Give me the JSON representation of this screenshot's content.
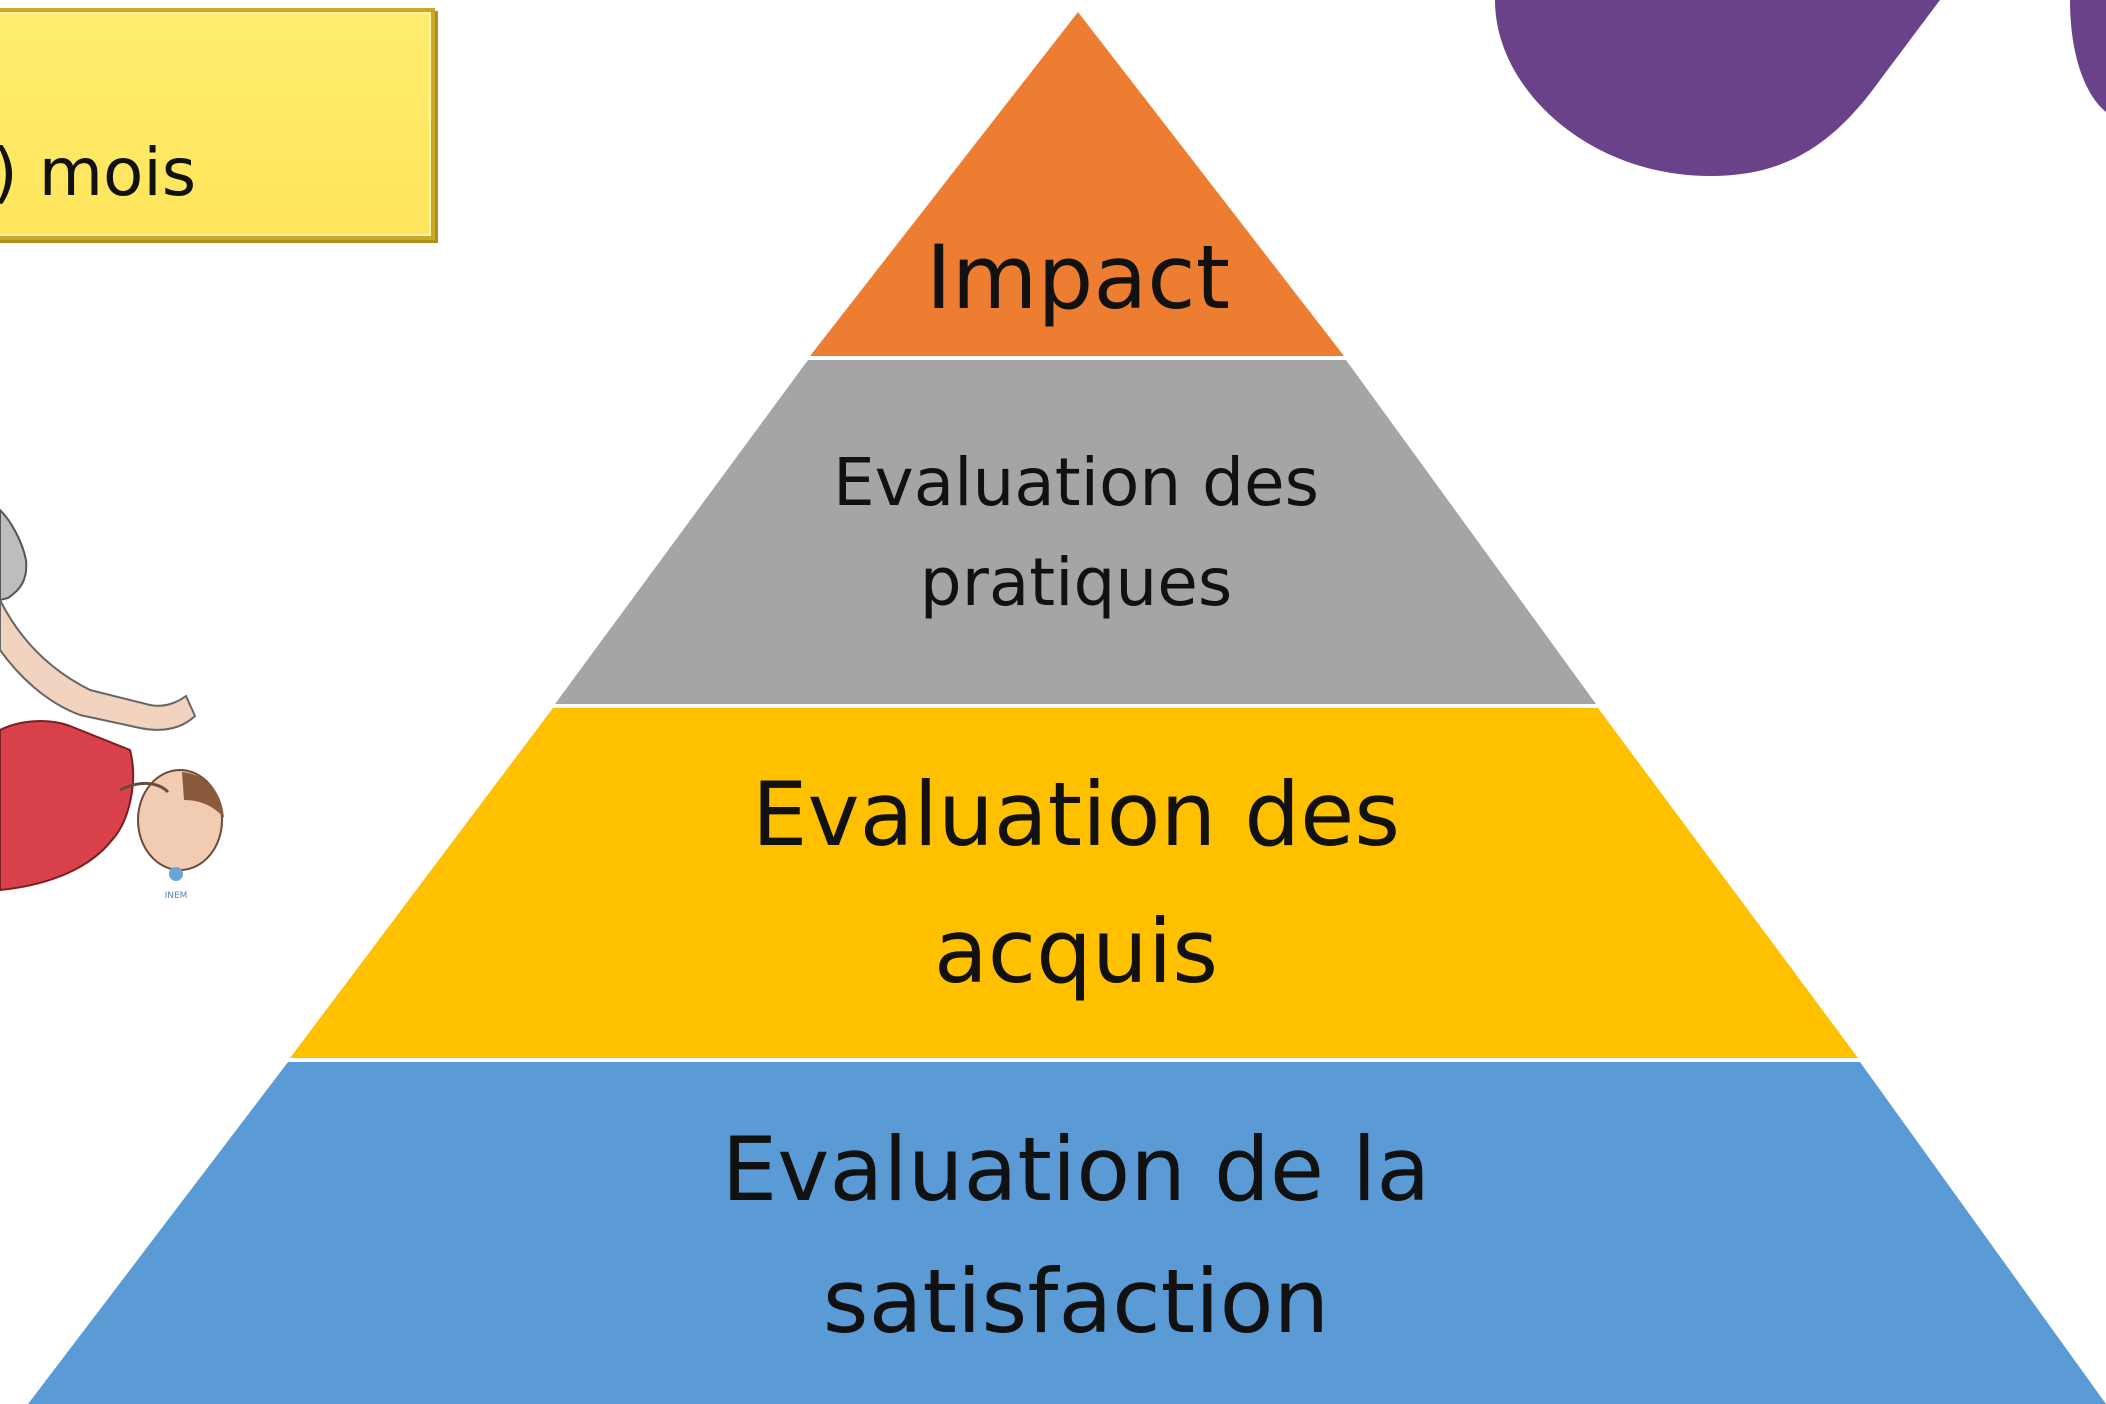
{
  "callout": {
    "text": ") mois"
  },
  "pyramid": {
    "tiers": [
      {
        "line1": "Impact",
        "line2": "",
        "color": "#ED7D31"
      },
      {
        "line1": "Evaluation des",
        "line2": "pratiques",
        "color": "#A5A5A5"
      },
      {
        "line1": "Evaluation des",
        "line2": "acquis",
        "color": "#FFC000"
      },
      {
        "line1": "Evaluation de la",
        "line2": "satisfaction",
        "color": "#5B9BD5"
      }
    ]
  },
  "illustration": {
    "logo_text": "INEM"
  },
  "colors": {
    "accent_purple": "#6A4289",
    "callout_yellow": "#FFE55C"
  }
}
